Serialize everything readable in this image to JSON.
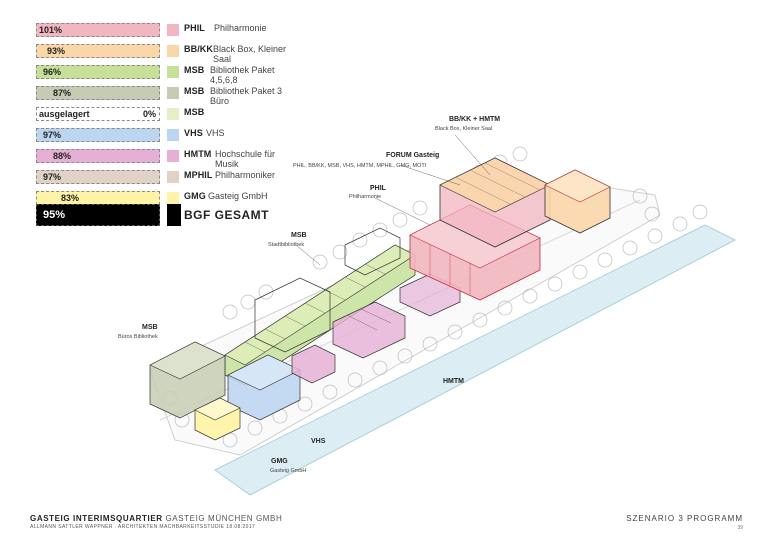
{
  "legend": [
    {
      "pct": "101%",
      "code": "PHIL",
      "desc": "Philharmonie",
      "color": "#f2b6c0"
    },
    {
      "pct": "93%",
      "code": "BB/KK",
      "desc": "Black Box, Kleiner Saal",
      "color": "#fbd6a8"
    },
    {
      "pct": "96%",
      "code": "MSB",
      "desc": "Bibliothek Paket 4,5,6,8",
      "color": "#c6e09a"
    },
    {
      "pct": "87%",
      "code": "MSB",
      "desc": "Bibliothek Paket 3 Büro",
      "color": "#c5ccb3"
    },
    {
      "pct_left": "ausgelagert",
      "pct": "0%",
      "code": "MSB",
      "desc": "",
      "color": "#e4efc8"
    },
    {
      "pct": "97%",
      "code": "VHS",
      "desc": "VHS",
      "color": "#bcd6f1"
    },
    {
      "pct": "88%",
      "code": "HMTM",
      "desc": "Hochschule für Musik",
      "color": "#e6b0d6"
    },
    {
      "pct": "97%",
      "code": "MPHIL",
      "desc": "Philharmoniker",
      "color": "#e0d2c4"
    },
    {
      "pct": "83%",
      "code": "GMG",
      "desc": "Gasteig GmbH",
      "color": "#fff3a8"
    }
  ],
  "total": {
    "pct": "95%",
    "code": "BGF GESAMT"
  },
  "labels": {
    "bbkk_hmtm": {
      "title": "BB/KK + HMTM",
      "sub": "Black Box, Kleiner Saal"
    },
    "forum": {
      "title": "FORUM Gasteig",
      "sub": "PHIL, BB/KK, MSB, VHS, HMTM, MPHIL, GMG, MOTI"
    },
    "phil": {
      "title": "PHIL",
      "sub": "Philharmonie"
    },
    "msb_stadt": {
      "title": "MSB",
      "sub": "Stadtbibliothek"
    },
    "msb_buero": {
      "title": "MSB",
      "sub": "Büros Bibliothek"
    },
    "hmtm": {
      "title": "HMTM"
    },
    "vhs": {
      "title": "VHS"
    },
    "gmg": {
      "title": "GMG",
      "sub": "Gasteig GmbH"
    }
  },
  "footer": {
    "title_bold": "GASTEIG INTERIMSQUARTIER",
    "title_light": "GASTEIG MÜNCHEN GMBH",
    "sub": "ALLMANN SATTLER WAPPNER . ARCHITEKTEN   MACHBARKEITSSTUDIE 18.08.2017",
    "right": "SZENARIO 3   PROGRAMM",
    "page": "39"
  }
}
